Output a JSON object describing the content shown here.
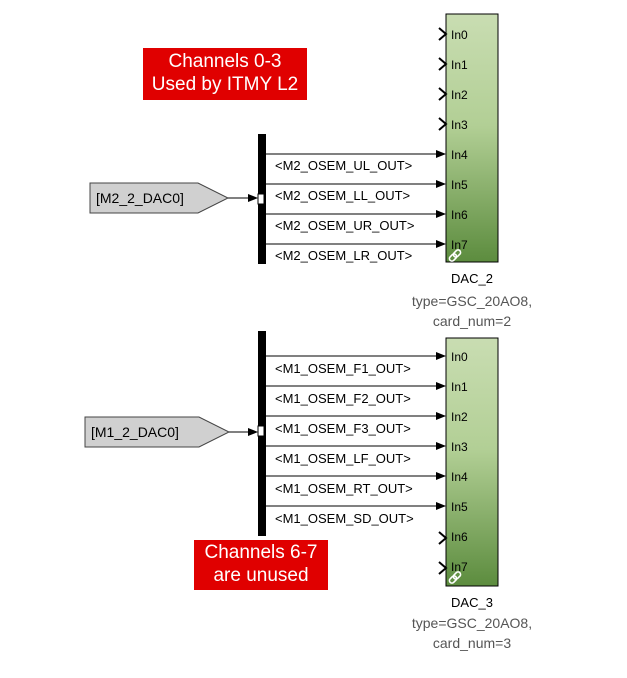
{
  "annotations": {
    "top_note": [
      "Channels 0-3",
      "Used by ITMY L2"
    ],
    "bottom_note": [
      "Channels 6-7",
      "are unused"
    ]
  },
  "dac2": {
    "name": "DAC_2",
    "params": [
      "type=GSC_20AO8,",
      "card_num=2"
    ],
    "ports": [
      "In0",
      "In1",
      "In2",
      "In3",
      "In4",
      "In5",
      "In6",
      "In7"
    ]
  },
  "dac3": {
    "name": "DAC_3",
    "params": [
      "type=GSC_20AO8,",
      "card_num=3"
    ],
    "ports": [
      "In0",
      "In1",
      "In2",
      "In3",
      "In4",
      "In5",
      "In6",
      "In7"
    ]
  },
  "from_tags": {
    "top": "[M2_2_DAC0]",
    "bottom": "[M1_2_DAC0]"
  },
  "bus1_signals": [
    "<M2_OSEM_UL_OUT>",
    "<M2_OSEM_LL_OUT>",
    "<M2_OSEM_UR_OUT>",
    "<M2_OSEM_LR_OUT>"
  ],
  "bus2_signals": [
    "<M1_OSEM_F1_OUT>",
    "<M1_OSEM_F2_OUT>",
    "<M1_OSEM_F3_OUT>",
    "<M1_OSEM_LF_OUT>",
    "<M1_OSEM_RT_OUT>",
    "<M1_OSEM_SD_OUT>"
  ],
  "colors": {
    "note_bg": "#e00000",
    "block_top": "#c8dcb0",
    "block_bottom": "#5a8a3c",
    "goto_fill": "#d0d0d0"
  },
  "icons": {
    "link": "link-icon"
  }
}
